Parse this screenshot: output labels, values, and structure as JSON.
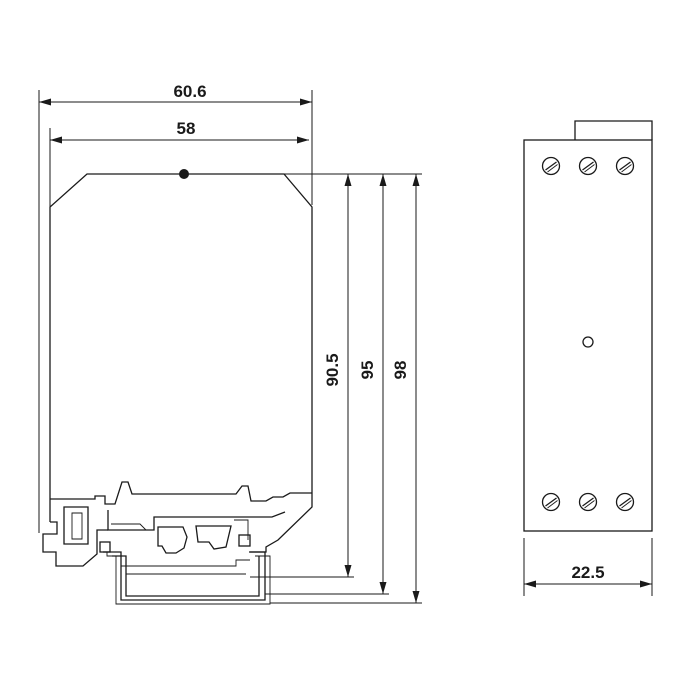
{
  "dimensions": {
    "overall_width": "60.6",
    "body_width": "58",
    "height_a": "90.5",
    "height_b": "95",
    "height_c": "98",
    "front_width": "22.5"
  }
}
